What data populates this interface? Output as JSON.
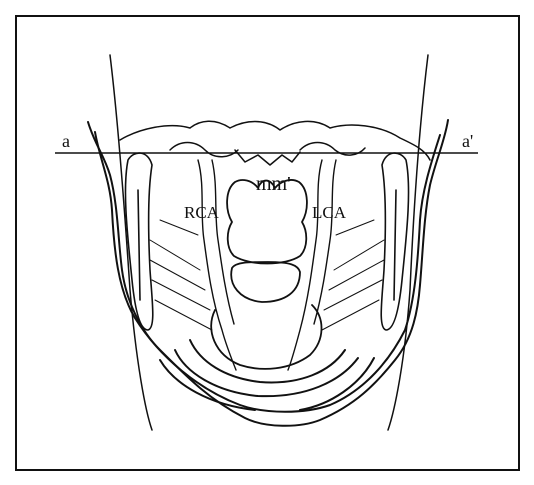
{
  "labels": {
    "plane_left": "a",
    "plane_right": "a'",
    "midline": "mm'",
    "right_artery": "RCA",
    "left_artery": "LCA"
  },
  "colors": {
    "ink": "#111111",
    "background": "#ffffff"
  }
}
